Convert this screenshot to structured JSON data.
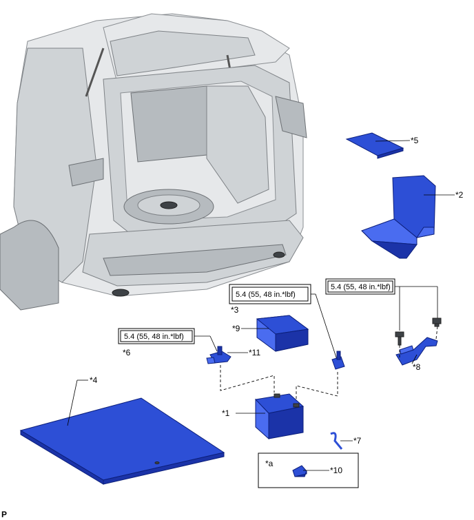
{
  "labels": {
    "l1": "*1",
    "l2": "*2",
    "l3": "*3",
    "l4": "*4",
    "l5": "*5",
    "l6": "*6",
    "l7": "*7",
    "l8": "*8",
    "l9": "*9",
    "l10": "*10",
    "l11": "*11",
    "la": "*a"
  },
  "torque": {
    "t_center": "5.4 (55, 48 in.*lbf)",
    "t_right": "5.4 (55, 48 in.*lbf)",
    "t_left": "5.4 (55, 48 in.*lbf)"
  },
  "corner_mark": "P",
  "colors": {
    "part_blue": "#2d4fd6",
    "vehicle_gray": "#e6e8ea"
  }
}
